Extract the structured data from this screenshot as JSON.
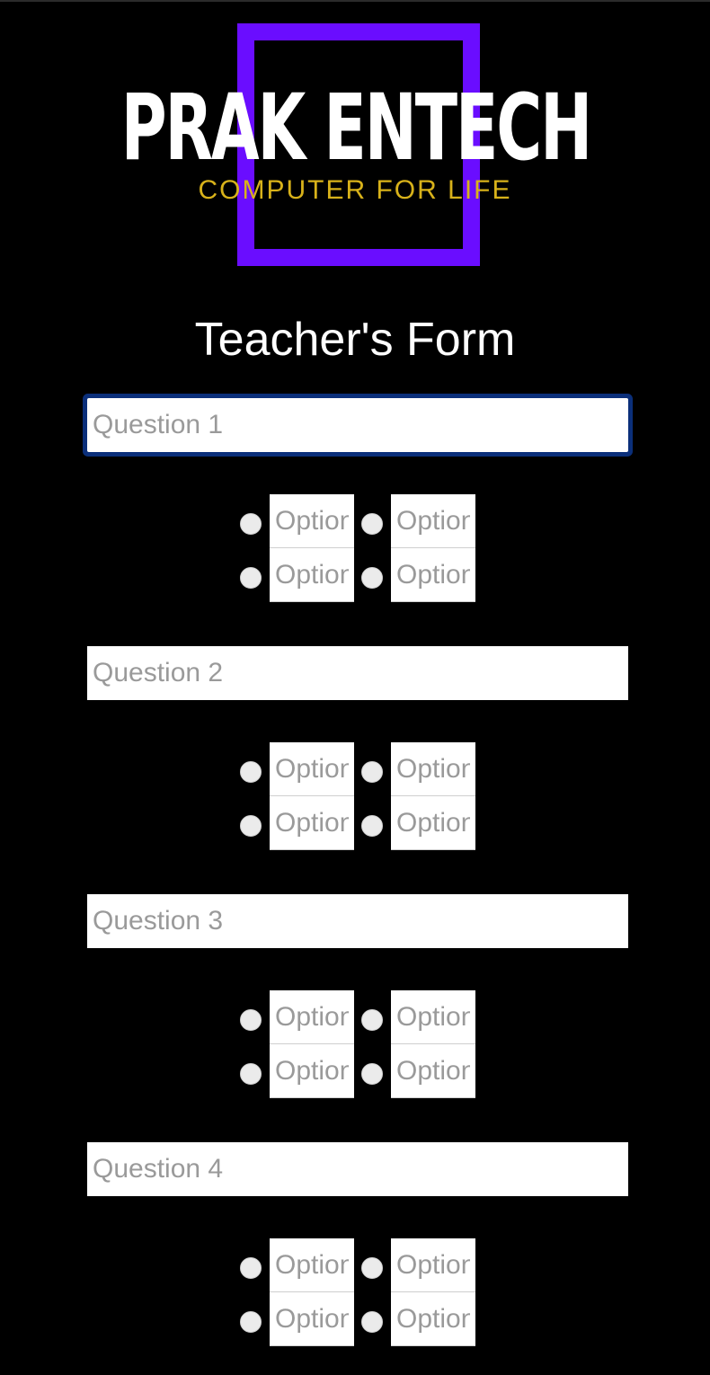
{
  "logo": {
    "name": "PRAK ENTECH",
    "tagline": "COMPUTER FOR LIFE",
    "frame_color": "#6a0dff",
    "tagline_color": "#d8b21a"
  },
  "form": {
    "title": "Teacher's Form",
    "questions": [
      {
        "placeholder": "Question 1",
        "value": "",
        "focused": true,
        "options": [
          {
            "placeholder": "Option",
            "value": ""
          },
          {
            "placeholder": "Option",
            "value": ""
          },
          {
            "placeholder": "Option",
            "value": ""
          },
          {
            "placeholder": "Option",
            "value": ""
          }
        ]
      },
      {
        "placeholder": "Question 2",
        "value": "",
        "focused": false,
        "options": [
          {
            "placeholder": "Option",
            "value": ""
          },
          {
            "placeholder": "Option",
            "value": ""
          },
          {
            "placeholder": "Option",
            "value": ""
          },
          {
            "placeholder": "Option",
            "value": ""
          }
        ]
      },
      {
        "placeholder": "Question 3",
        "value": "",
        "focused": false,
        "options": [
          {
            "placeholder": "Option",
            "value": ""
          },
          {
            "placeholder": "Option",
            "value": ""
          },
          {
            "placeholder": "Option",
            "value": ""
          },
          {
            "placeholder": "Option",
            "value": ""
          }
        ]
      },
      {
        "placeholder": "Question 4",
        "value": "",
        "focused": false,
        "options": [
          {
            "placeholder": "Option",
            "value": ""
          },
          {
            "placeholder": "Option",
            "value": ""
          },
          {
            "placeholder": "Option",
            "value": ""
          },
          {
            "placeholder": "Option",
            "value": ""
          }
        ]
      }
    ]
  }
}
